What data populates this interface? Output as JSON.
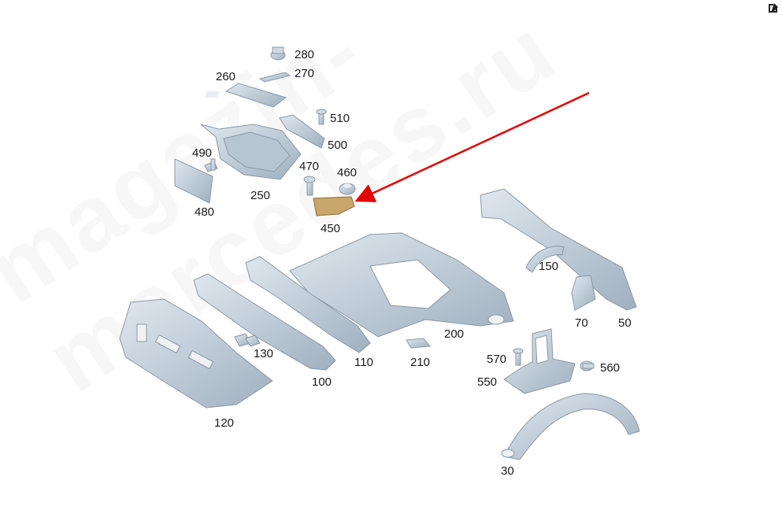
{
  "watermark": "magazin-mercedes.ru",
  "toolbar": {
    "edit_icon": "edit-icon"
  },
  "colors": {
    "part_fill": "#c7d4df",
    "part_stroke": "#8a98a6",
    "highlight_fill": "#c9a66b",
    "arrow": "#e30000"
  },
  "callouts": {
    "p280": "280",
    "p270": "270",
    "p260": "260",
    "p510": "510",
    "p500": "500",
    "p490": "490",
    "p470": "470",
    "p460": "460",
    "p250": "250",
    "p480": "480",
    "p450": "450",
    "p150": "150",
    "p70": "70",
    "p50": "50",
    "p200": "200",
    "p130": "130",
    "p110": "110",
    "p210": "210",
    "p570": "570",
    "p560": "560",
    "p550": "550",
    "p100": "100",
    "p120": "120",
    "p30": "30"
  },
  "highlighted_part": "450"
}
